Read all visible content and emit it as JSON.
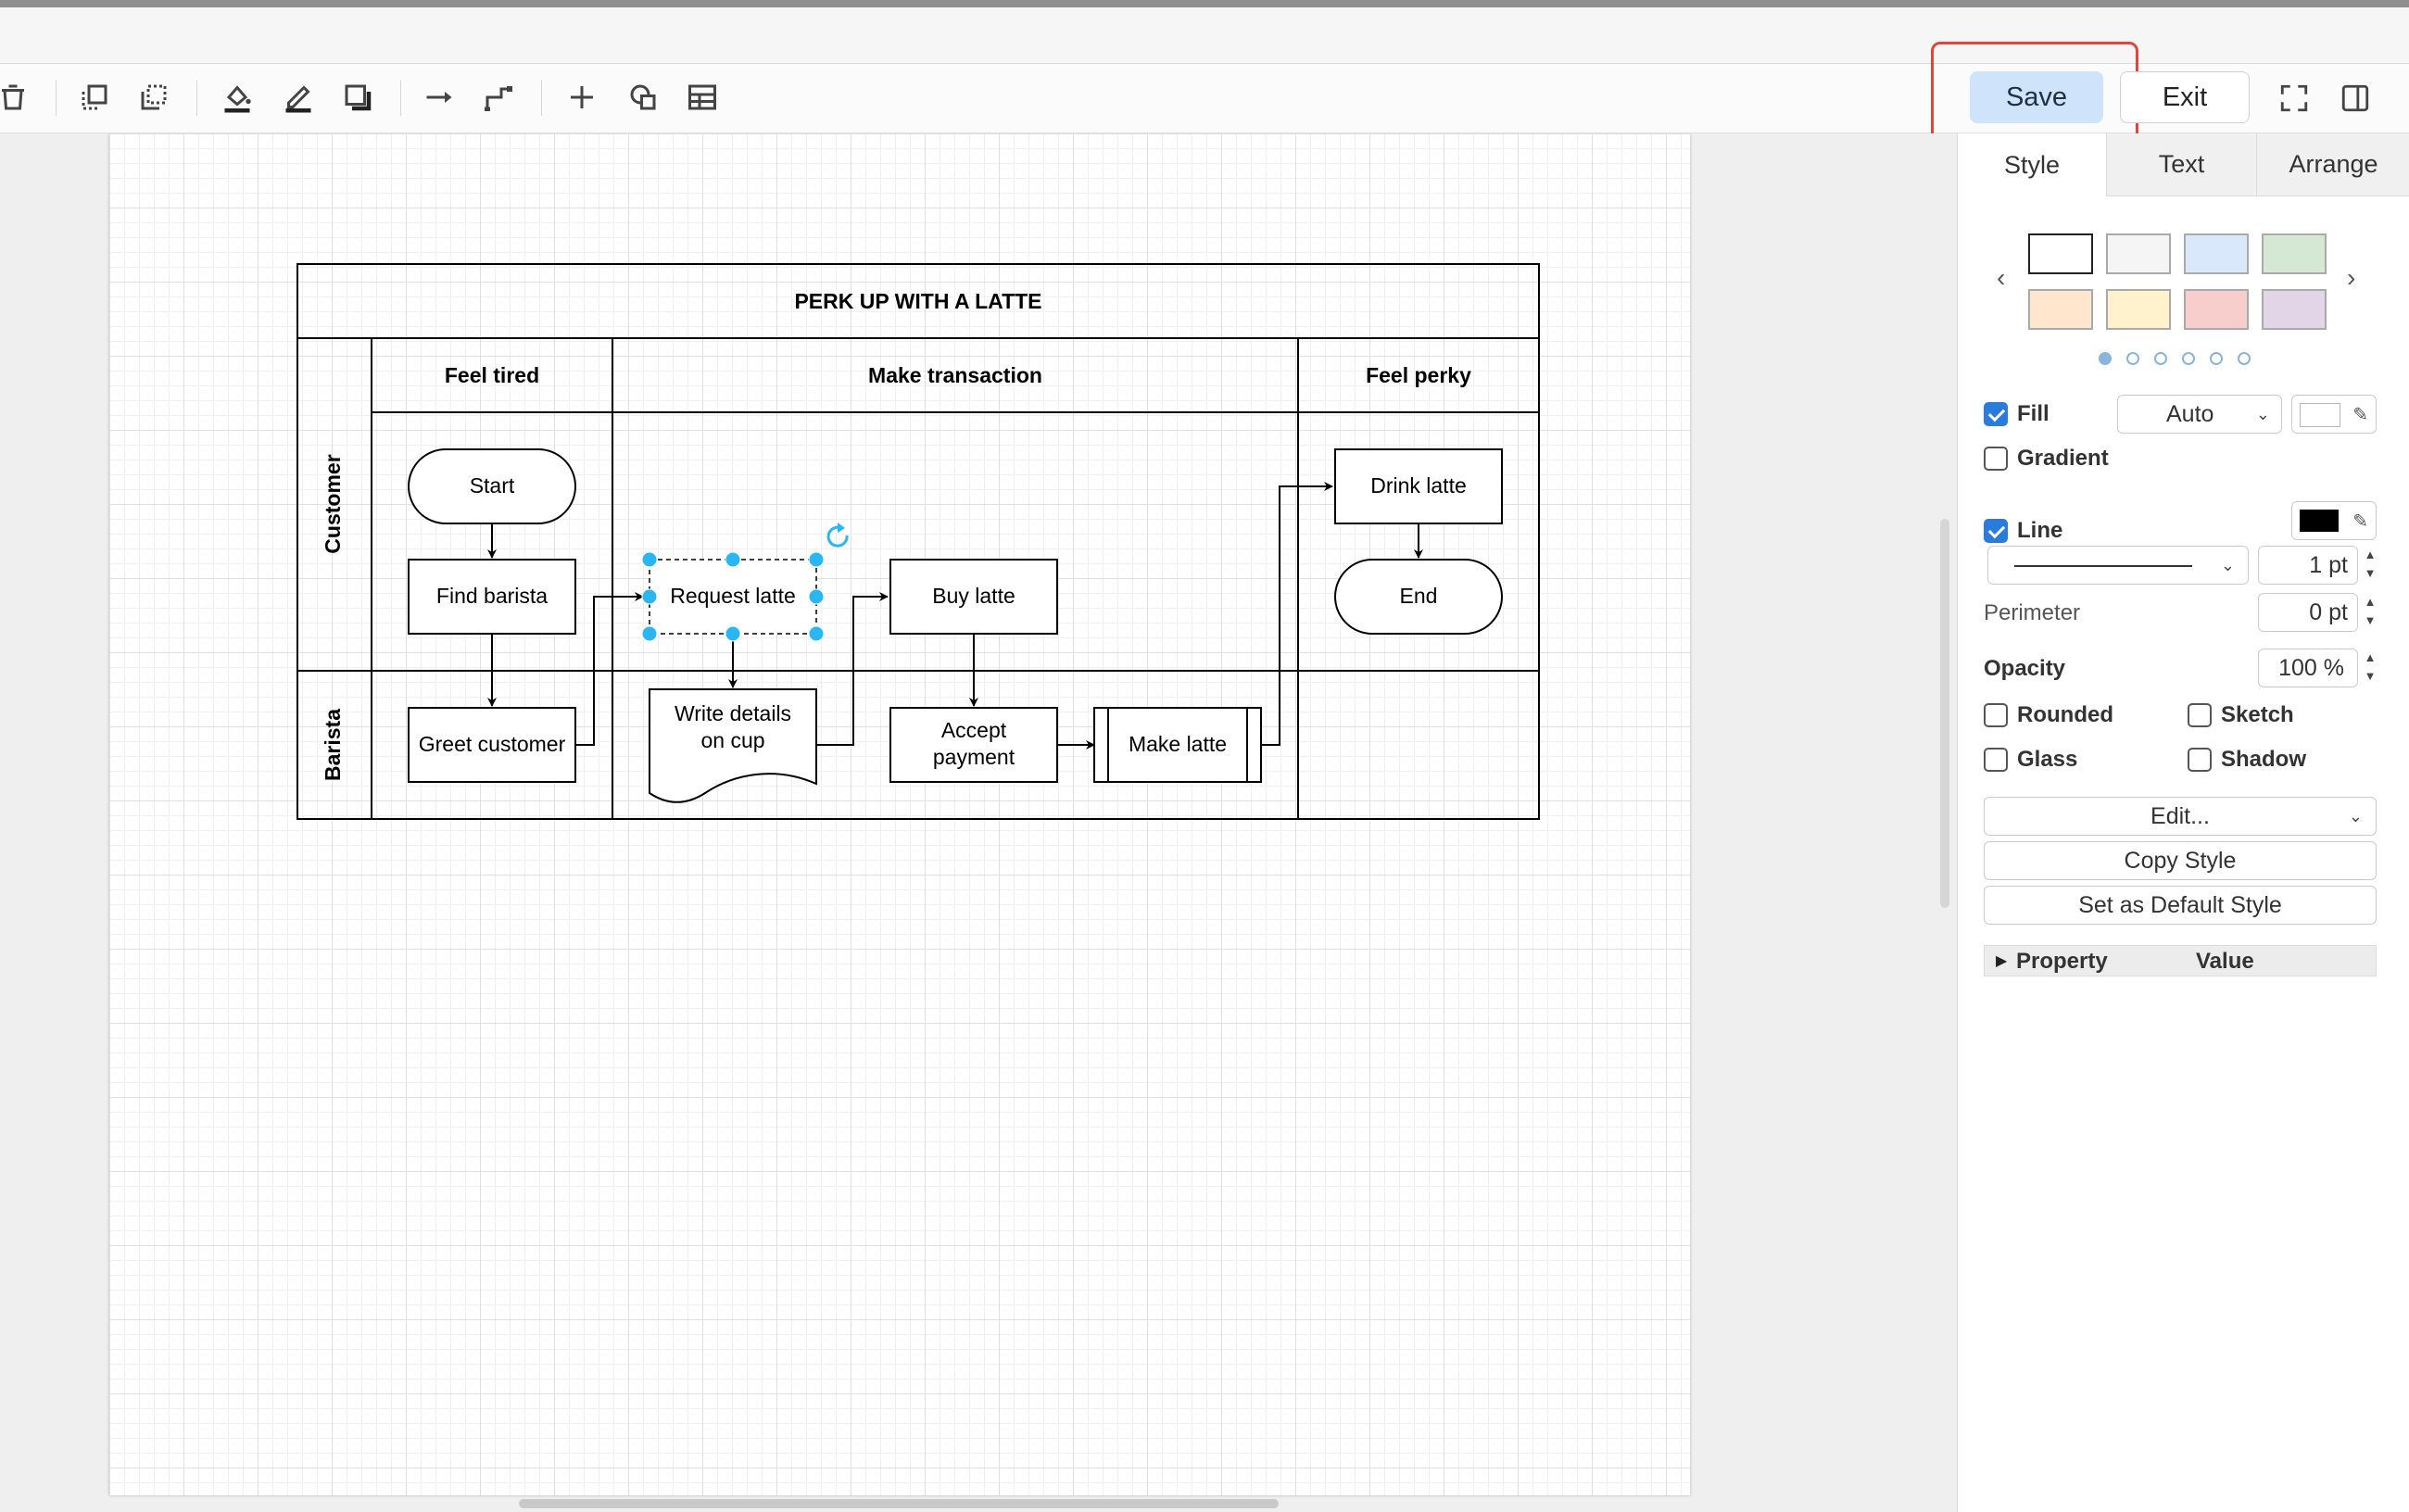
{
  "toolbar": {
    "icons": [
      "delete-icon",
      "to-front-icon",
      "to-back-icon",
      "fill-color-icon",
      "line-color-icon",
      "shadow-icon",
      "connection-icon",
      "waypoints-icon",
      "insert-icon",
      "shapes-icon",
      "table-icon"
    ],
    "save_label": "Save",
    "exit_label": "Exit"
  },
  "diagram": {
    "title": "PERK UP WITH A LATTE",
    "phases": [
      "Feel tired",
      "Make transaction",
      "Feel perky"
    ],
    "lanes": [
      "Customer",
      "Barista"
    ],
    "shapes": {
      "start": "Start",
      "find_barista": "Find barista",
      "request_latte": "Request latte",
      "buy_latte": "Buy latte",
      "drink_latte": "Drink latte",
      "end": "End",
      "greet_customer": "Greet customer",
      "write_details_1": "Write details",
      "write_details_2": "on cup",
      "accept_payment_1": "Accept",
      "accept_payment_2": "payment",
      "make_latte": "Make latte"
    }
  },
  "sidebar": {
    "tabs": [
      "Style",
      "Text",
      "Arrange"
    ],
    "active_tab": "Style",
    "swatches": [
      "#ffffff",
      "#f5f5f5",
      "#dae8fc",
      "#d5e8d4",
      "#ffe6cc",
      "#fff2cc",
      "#f8cecc",
      "#e1d5e7"
    ],
    "fill": {
      "label": "Fill",
      "checked": true,
      "mode": "Auto",
      "color": "#ffffff"
    },
    "gradient": {
      "label": "Gradient",
      "checked": false
    },
    "line": {
      "label": "Line",
      "checked": true,
      "color": "#000000",
      "width": "1 pt"
    },
    "perimeter": {
      "label": "Perimeter",
      "value": "0 pt"
    },
    "opacity": {
      "label": "Opacity",
      "value": "100 %"
    },
    "options": {
      "rounded": "Rounded",
      "sketch": "Sketch",
      "glass": "Glass",
      "shadow": "Shadow"
    },
    "edit_label": "Edit...",
    "copy_style_label": "Copy Style",
    "set_default_label": "Set as Default Style",
    "property_header": "Property",
    "value_header": "Value"
  },
  "colors": {
    "accent": "#2b7bdc",
    "selection": "#29b6f2",
    "save_bg": "#cfe3fb",
    "highlight": "#e0443a"
  }
}
